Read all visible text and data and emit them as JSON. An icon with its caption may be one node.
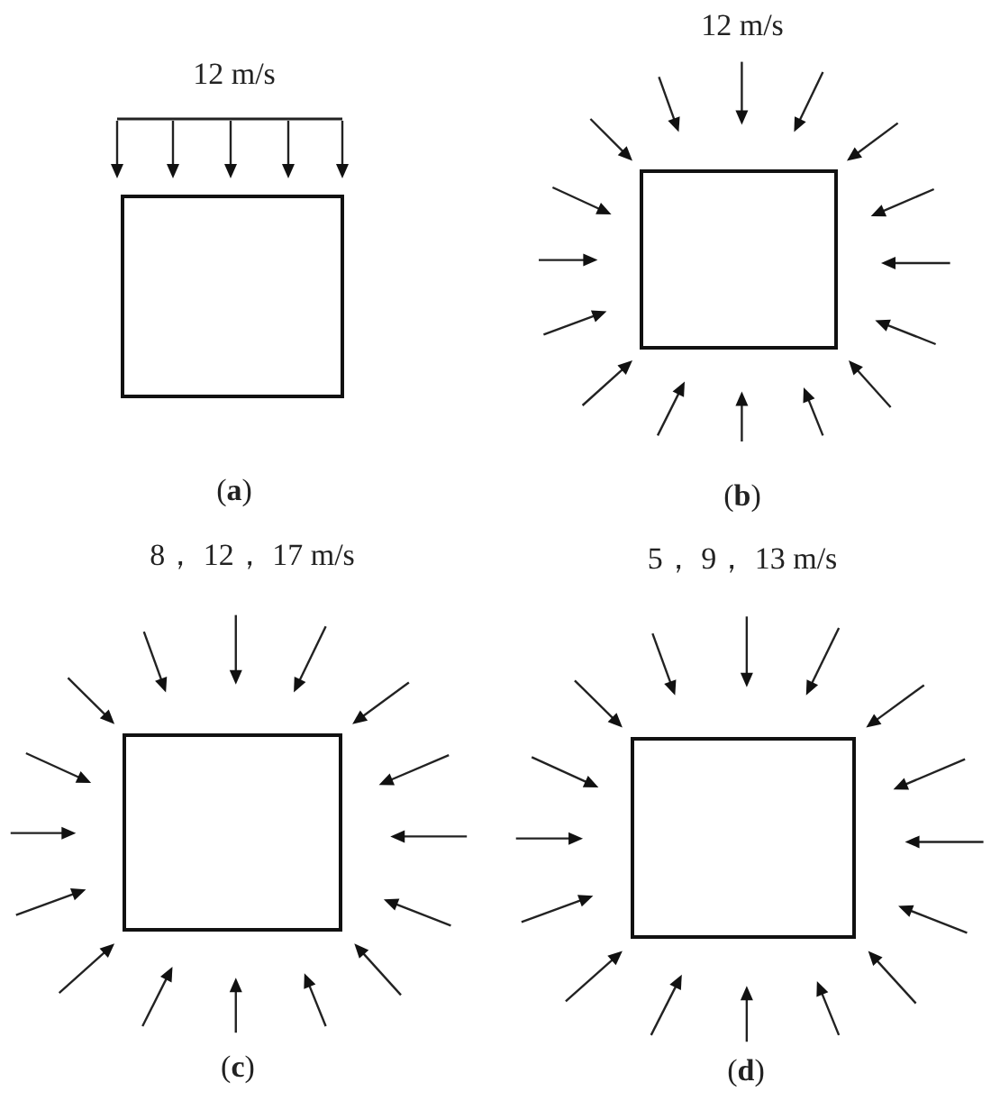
{
  "diagram": {
    "nodes": [
      {
        "text": [],
        "shape": "box"
      },
      {
        "text": [],
        "shape": "box"
      },
      {
        "text": [],
        "shape": "box"
      },
      {
        "text": [],
        "shape": "box"
      }
    ],
    "labels": [
      "12 m/s",
      "12 m/s",
      "(**a**)",
      "(**b**)",
      "8， 12， 17 m/s",
      "5， 9， 13 m/s",
      "(**c**)",
      "(**d**)"
    ]
  }
}
